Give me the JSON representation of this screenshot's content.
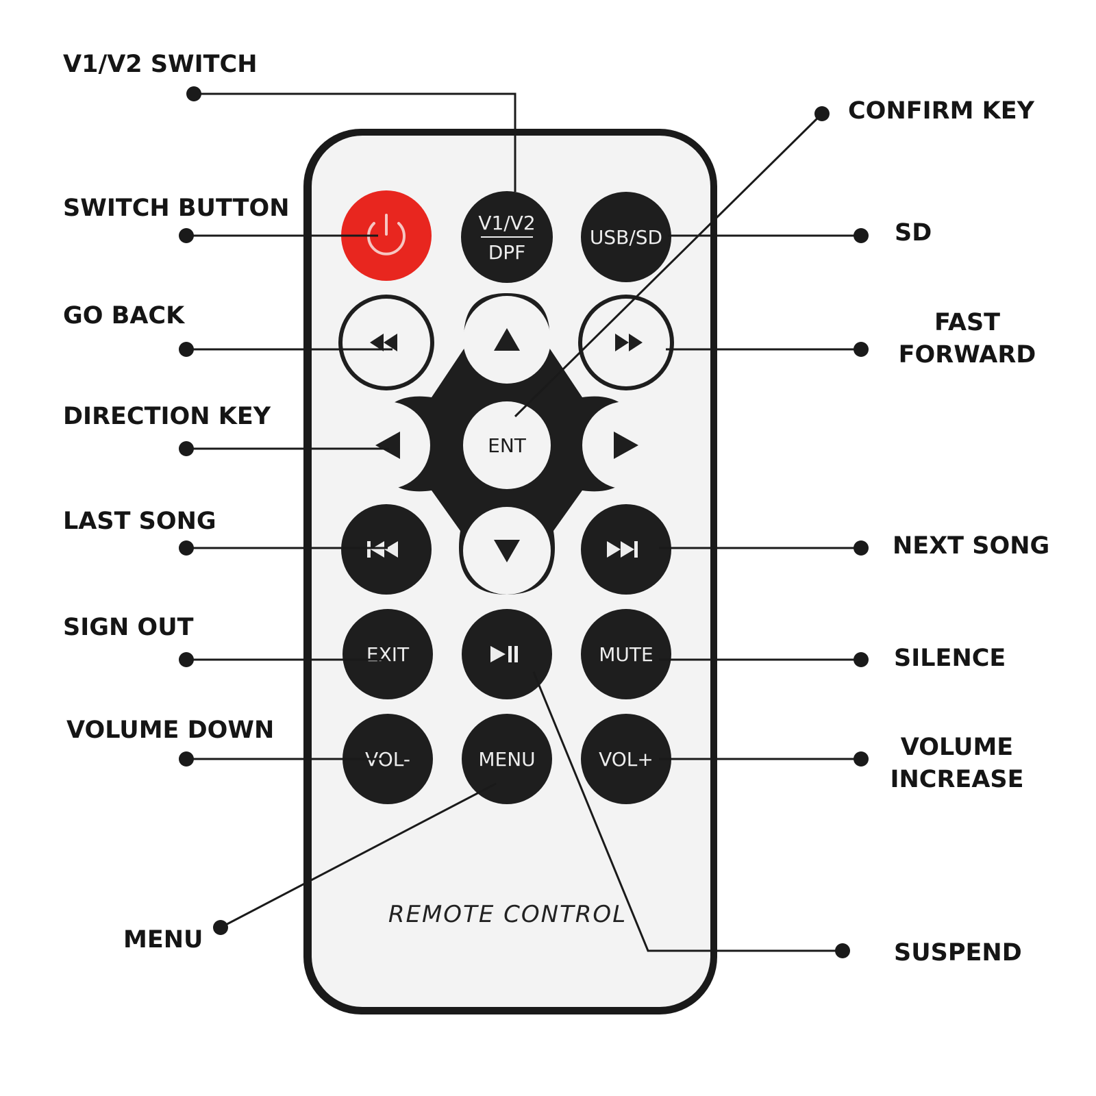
{
  "callouts": {
    "v1v2_switch": "V1/V2 SWITCH",
    "switch_button": "SWITCH BUTTON",
    "go_back": "GO BACK",
    "direction_key": "DIRECTION KEY",
    "last_song": "LAST SONG",
    "sign_out": "SIGN OUT",
    "volume_down": "VOLUME DOWN",
    "menu": "MENU",
    "confirm_key": "CONFIRM KEY",
    "sd": "SD",
    "fast_forward": "FAST\nFORWARD",
    "next_song": "NEXT SONG",
    "silence": "SILENCE",
    "volume_increase": "VOLUME\nINCREASE",
    "suspend": "SUSPEND"
  },
  "remote": {
    "brand_text": "REMOTE CONTROL",
    "keys": {
      "power": "power-icon",
      "v1v2_top": "V1/V2",
      "v1v2_bottom": "DPF",
      "usb_sd": "USB/SD",
      "rewind": "rewind-icon",
      "up": "up-arrow-icon",
      "fast_forward": "fast-forward-icon",
      "left": "left-arrow-icon",
      "ent": "ENT",
      "right": "right-arrow-icon",
      "previous": "previous-track-icon",
      "down": "down-arrow-icon",
      "next": "next-track-icon",
      "exit": "EXIT",
      "play_pause": "play-pause-icon",
      "mute": "MUTE",
      "vol_down": "VOL-",
      "menu": "MENU",
      "vol_up": "VOL+"
    }
  },
  "colors": {
    "power_key": "#e8261f",
    "dark_key": "#1e1e1e",
    "remote_body": "#f3f3f3",
    "remote_border": "#1a1a1a"
  }
}
